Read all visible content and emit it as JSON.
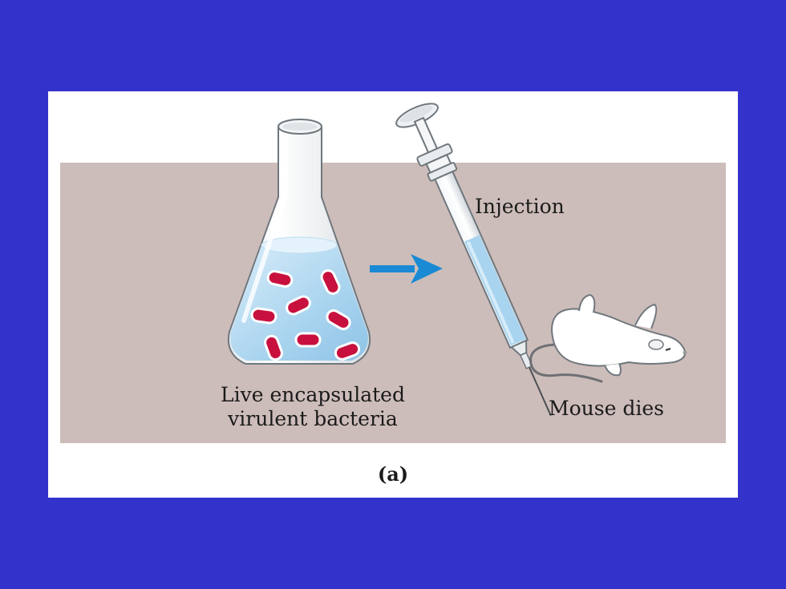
{
  "figure": {
    "flask_label_line1": "Live encapsulated",
    "flask_label_line2": "virulent bacteria",
    "injection_label": "Injection",
    "outcome_label": "Mouse dies",
    "panel_label": "(a)"
  },
  "colors": {
    "slide_background": "#3333cc",
    "panel_background": "#ffffff",
    "backdrop": "#cdbdba",
    "bacteria": "#c8103e",
    "liquid": "#a9d4ef",
    "arrow": "#1a8ad4"
  },
  "icons": {
    "flask": "erlenmeyer-flask-icon",
    "syringe": "syringe-icon",
    "arrow": "arrow-right-icon",
    "mouse": "dead-mouse-icon"
  }
}
